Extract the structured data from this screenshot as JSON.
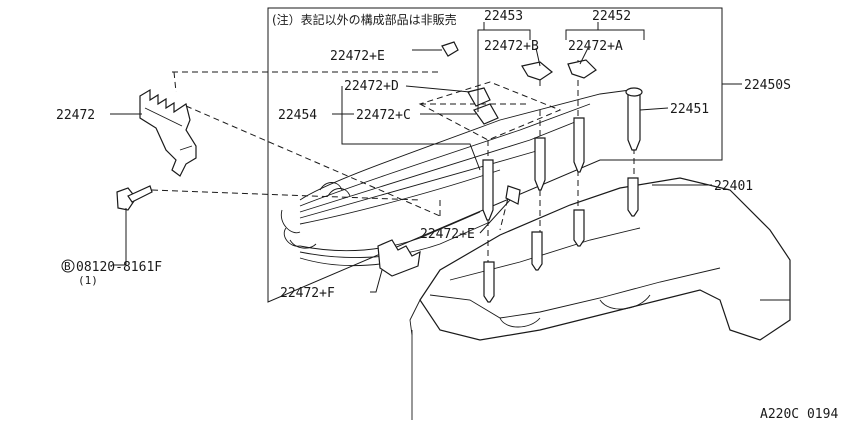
{
  "note": "(注）表記以外の構成部品は非販売",
  "labels": {
    "p22453": "22453",
    "p22452": "22452",
    "p22472B": "22472+B",
    "p22472A": "22472+A",
    "p22472E_top": "22472+E",
    "p22450S": "22450S",
    "p22472D": "22472+D",
    "p22472C": "22472+C",
    "p22454": "22454",
    "p22451": "22451",
    "p22472": "22472",
    "p22401": "22401",
    "p22472E_bot": "22472+E",
    "p22472F": "22472+F",
    "bolt_circle": "B",
    "bolt": "08120-8161F",
    "bolt_qty": "(1)"
  },
  "diagram_code": "A220C 0194",
  "colors": {
    "ink": "#1a1a1a",
    "background": "#ffffff"
  }
}
